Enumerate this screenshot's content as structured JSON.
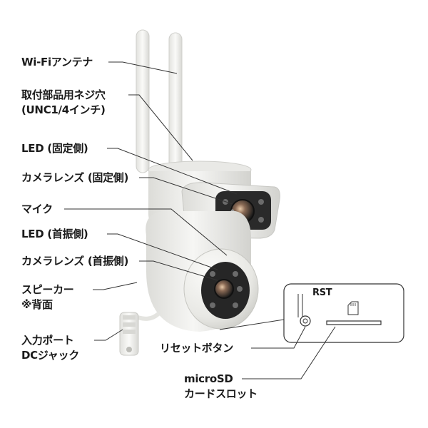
{
  "labels": {
    "wifi_antenna": "Wi-Fiアンテナ",
    "mount_hole_line1": "取付部品用ネジ穴",
    "mount_hole_line2": "(UNC1/4インチ)",
    "led_fixed": "LED (固定側)",
    "camera_lens_fixed": "カメラレンズ (固定側)",
    "mic": "マイク",
    "led_swivel": "LED (首振側)",
    "camera_lens_swivel": "カメラレンズ (首振側)",
    "speaker_line1": "スピーカー",
    "speaker_line2": "※背面",
    "power_port_line1": "入力ポート",
    "power_port_line2": "DCジャック",
    "reset_button": "リセットボタン",
    "microsd_line1": "microSD",
    "microsd_line2": "カードスロット",
    "rst": "RST"
  },
  "icons": {
    "sd_card": "sd-card-icon"
  },
  "colors": {
    "text": "#1a1a1a",
    "leader_line": "#333333",
    "camera_body": "#f2f2f0",
    "camera_shade": "#d9d9d6",
    "lens_dark": "#2b2b2b"
  }
}
